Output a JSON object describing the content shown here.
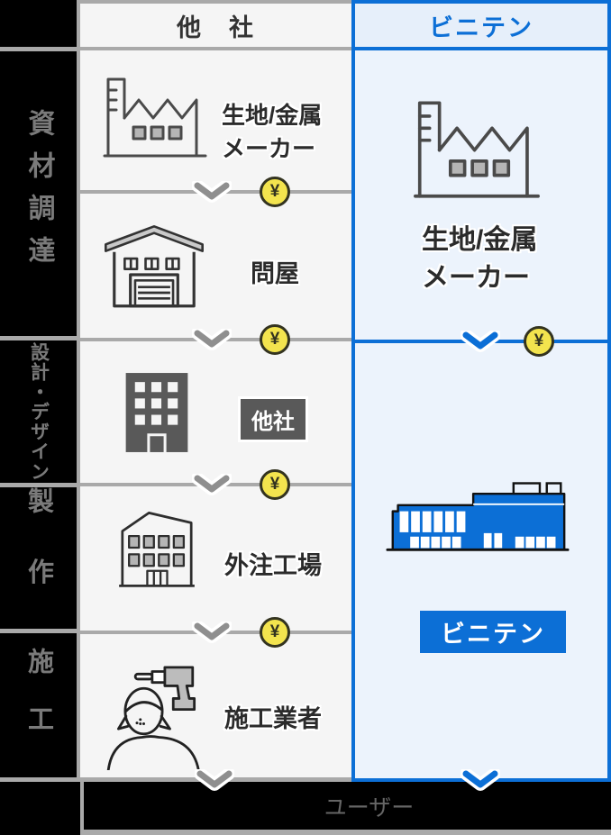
{
  "title_row": {
    "left": "他　社",
    "right": "ビニテン"
  },
  "sidebar": {
    "sections": [
      {
        "label": "資材調達"
      },
      {
        "label": "設計・デザイン"
      },
      {
        "label": "製作"
      },
      {
        "label": "施工"
      }
    ]
  },
  "other_company_column": {
    "rows": [
      {
        "name": "maker",
        "line1": "生地/金属",
        "line2": "メーカー"
      },
      {
        "name": "wholesaler",
        "label": "問屋"
      },
      {
        "name": "design",
        "badge": "他社"
      },
      {
        "name": "outsourced_factory",
        "label": "外注工場"
      },
      {
        "name": "installer",
        "label": "施工業者"
      }
    ]
  },
  "viniten_column": {
    "maker": {
      "line1": "生地/金属",
      "line2": "メーカー"
    },
    "badge": "ビニテン"
  },
  "footer": {
    "label": "ユーザー"
  },
  "coin": {
    "symbol": "¥"
  },
  "colors": {
    "accent_blue": "#0c6fd6",
    "right_body_bg": "#ecf3fc",
    "right_header_bg": "#e6effa",
    "left_panel_bg": "#f5f5f5",
    "gray_border": "#a9a9a9",
    "dark_badge": "#595959",
    "coin_yellow": "#f3e44e"
  }
}
